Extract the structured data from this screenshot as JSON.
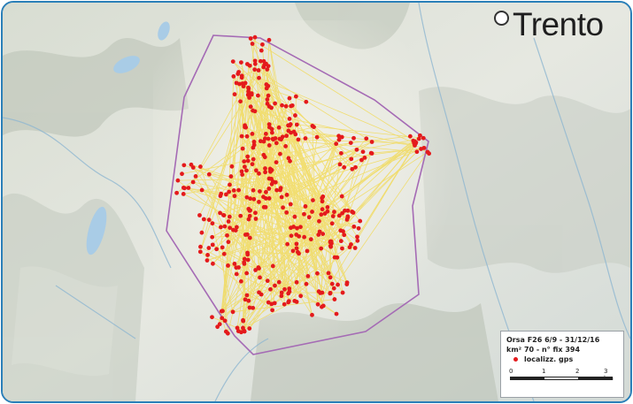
{
  "map": {
    "city_label": "Trento",
    "colors": {
      "border": "#2a7fb8",
      "hull": "#a56bb5",
      "tracks": "#f2d84a",
      "fixes": "#e41a1c",
      "lakes": "#a9cce6"
    }
  },
  "legend": {
    "title": "Orsa F26  6/9 - 31/12/16",
    "area": "km² 70 - n° fix 394",
    "gps_label": "localizz. gps",
    "scale_labels": [
      "0",
      "1",
      "2",
      "3 km"
    ]
  }
}
